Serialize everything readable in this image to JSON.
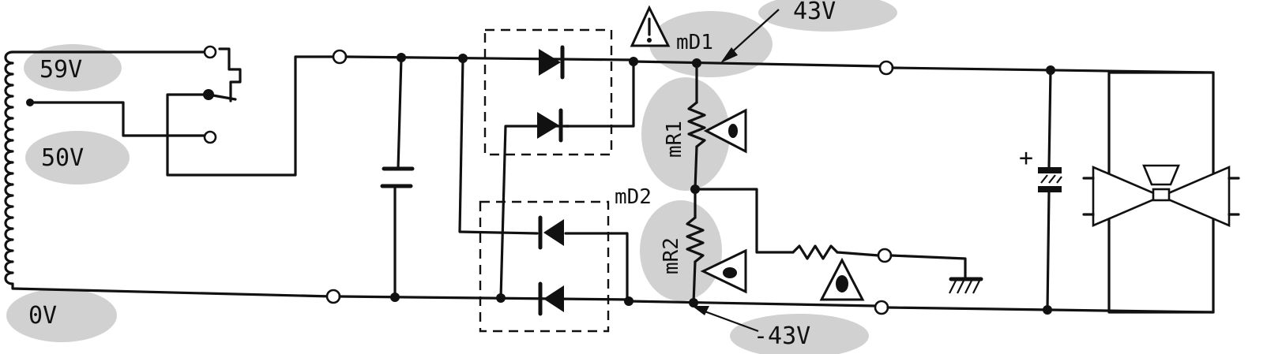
{
  "labels": {
    "tap_high": "59V",
    "tap_mid": "50V",
    "tap_zero": "0V",
    "diode_pack_1": "mD1",
    "diode_pack_2": "mD2",
    "resistor_1": "mR1",
    "resistor_2": "mR2",
    "rail_positive": "43V",
    "rail_negative": "-43V",
    "polarity_plus": "+"
  },
  "colors": {
    "ink": "#111111",
    "highlight": "#c9c9c9",
    "paper": "#ffffff"
  }
}
